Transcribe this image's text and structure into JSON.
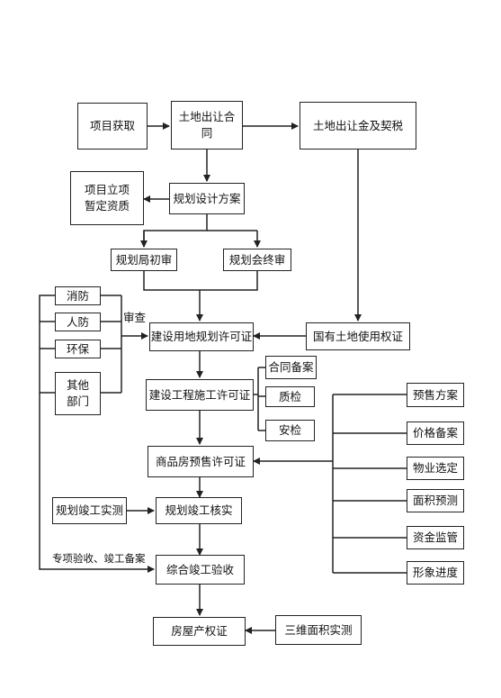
{
  "nodes": {
    "project_acquisition": "项目获取",
    "land_transfer_contract": "土地出让合\n同",
    "land_fee_and_tax": "土地出让金及契税",
    "project_approval": "项目立项\n暂定资质",
    "planning_design": "规划设计方案",
    "planning_bureau_review": "规划局初审",
    "planning_committee_review": "规划会终审",
    "fire": "消防",
    "civil_defense": "人防",
    "environment": "环保",
    "other_departments": "其他\n部门",
    "land_planning_permit": "建设用地规划许可证",
    "land_use_certificate": "国有土地使用权证",
    "construction_permit": "建设工程施工许可证",
    "contract_filing": "合同备案",
    "quality_check": "质检",
    "safety_check": "安检",
    "presale_permit": "商品房预售许可证",
    "presale_plan": "预售方案",
    "price_filing": "价格备案",
    "property_selection": "物业选定",
    "area_prediction": "面积预测",
    "fund_supervision": "资金监管",
    "progress_image": "形象进度",
    "completion_survey": "规划竣工实测",
    "completion_verification": "规划竣工核实",
    "final_acceptance": "综合竣工验收",
    "property_certificate": "房屋产权证",
    "area_measurement_3d": "三维面积实测"
  },
  "labels": {
    "review": "审查",
    "special_acceptance": "专项验收、竣工备案"
  },
  "colors": {
    "line": "#222222",
    "box_fill": "#ffffff"
  }
}
